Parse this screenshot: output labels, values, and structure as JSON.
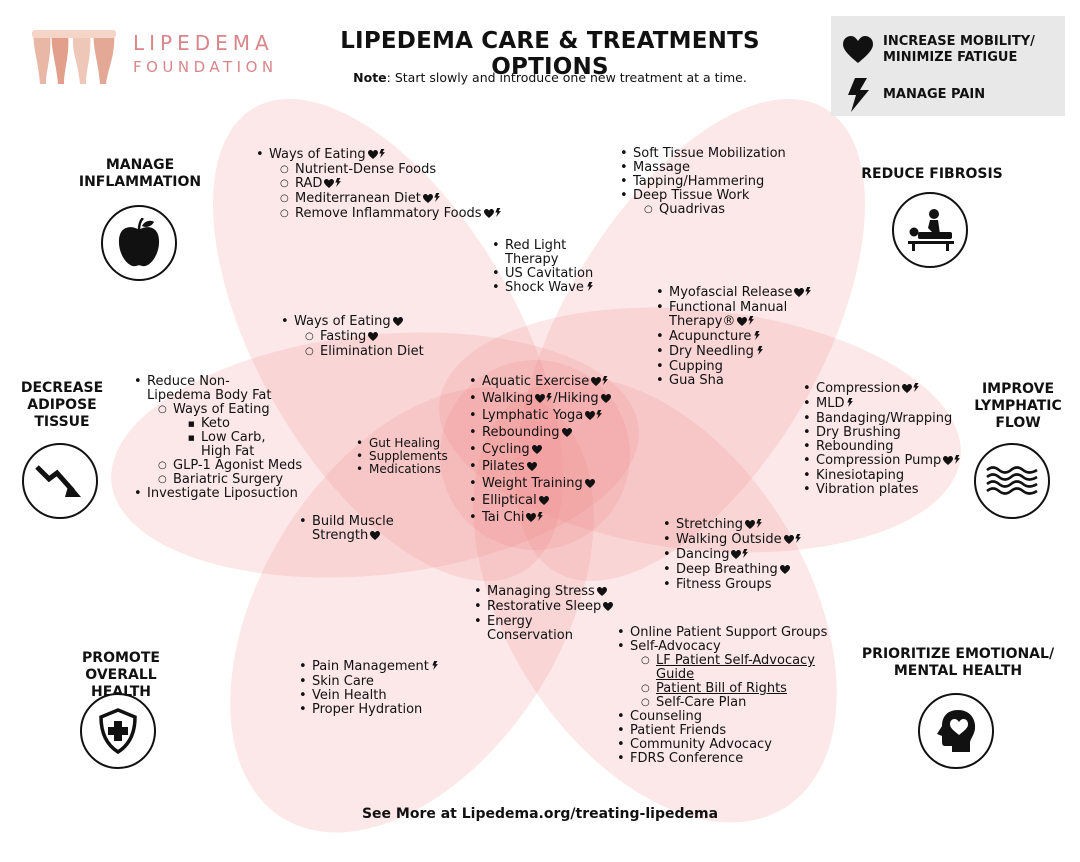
{
  "brand": {
    "line1": "LIPEDEMA",
    "line2": "FOUNDATION"
  },
  "header": {
    "title": "LIPEDEMA CARE & TREATMENTS OPTIONS",
    "note_label": "Note",
    "note_text": ": Start slowly and introduce one new treatment at a time."
  },
  "legend": {
    "mobility_l1": "INCREASE MOBILITY/",
    "mobility_l2": "MINIMIZE FATIGUE",
    "pain": "MANAGE PAIN",
    "mobility_icon": "heart-icon",
    "pain_icon": "lightning-icon"
  },
  "categories": {
    "inflammation": {
      "l1": "MANAGE",
      "l2": "INFLAMMATION",
      "icon": "apple-icon"
    },
    "fibrosis": {
      "l1": "REDUCE FIBROSIS",
      "icon": "massage-icon"
    },
    "adipose": {
      "l1": "DECREASE",
      "l2": "ADIPOSE",
      "l3": "TISSUE",
      "icon": "trend-down-icon"
    },
    "lymphatic": {
      "l1": "IMPROVE",
      "l2": "LYMPHATIC",
      "l3": "FLOW",
      "icon": "waves-icon"
    },
    "overall": {
      "l1": "PROMOTE",
      "l2": "OVERALL HEALTH",
      "icon": "shield-cross-icon"
    },
    "emotional": {
      "l1": "PRIORITIZE EMOTIONAL/",
      "l2": "MENTAL HEALTH",
      "icon": "head-heart-icon"
    }
  },
  "blocks": {
    "inflammation": {
      "item": "Ways of Eating",
      "subs": [
        "Nutrient-Dense Foods",
        "RAD",
        "Mediterranean Diet",
        "Remove Inflammatory Foods"
      ]
    },
    "fibrosis": {
      "items": [
        "Soft Tissue Mobilization",
        "Massage",
        "Tapping/Hammering",
        "Deep Tissue Work"
      ],
      "sub": "Quadrivas"
    },
    "top_center": [
      "Red Light",
      "Therapy",
      "US Cavitation",
      "Shock Wave"
    ],
    "upper_right": [
      "Myofascial Release",
      "Functional Manual",
      "Therapy®",
      "Acupuncture",
      "Dry Needling",
      "Cupping",
      "Gua Sha"
    ],
    "upper_left": {
      "item": "Ways of Eating",
      "subs": [
        "Fasting",
        "Elimination Diet"
      ]
    },
    "adipose": {
      "item1a": "Reduce Non-",
      "item1b": "Lipedema Body Fat",
      "sub1": "Ways of Eating",
      "subsub": [
        "Keto",
        "Low Carb,",
        "High Fat"
      ],
      "sub2": "GLP-1 Agonist Meds",
      "sub3": "Bariatric Surgery",
      "item2": "Investigate Liposuction"
    },
    "left_center": [
      "Gut Healing",
      "Supplements",
      "Medications"
    ],
    "center": [
      "Aquatic Exercise",
      "Walking",
      "/Hiking",
      "Lymphatic Yoga",
      "Rebounding",
      "Cycling",
      "Pilates",
      "Weight Training",
      "Elliptical",
      "Tai Chi"
    ],
    "lymphatic": [
      "Compression",
      "MLD",
      "Bandaging/Wrapping",
      "Dry Brushing",
      "Rebounding",
      "Compression Pump",
      "Kinesiotaping",
      "Vibration plates"
    ],
    "lower_left": [
      "Build Muscle",
      "Strength"
    ],
    "lower_right": [
      "Stretching",
      "Walking Outside",
      "Dancing",
      "Deep Breathing",
      "Fitness Groups"
    ],
    "bottom_center": [
      "Managing Stress",
      "Restorative Sleep",
      "Energy",
      "Conservation"
    ],
    "overall": [
      "Pain Management",
      "Skin Care",
      "Vein Health",
      "Proper Hydration"
    ],
    "emotional": {
      "items1": [
        "Online Patient Support Groups",
        "Self-Advocacy"
      ],
      "sub_link1a": "LF Patient Self-Advocacy",
      "sub_link1b": "Guide",
      "sub_link2": "Patient Bill of Rights",
      "sub3": "Self-Care Plan",
      "items2": [
        "Counseling",
        "Patient Friends",
        "Community Advocacy",
        "FDRS Conference"
      ]
    }
  },
  "footer": "See More at Lipedema.org/treating-lipedema",
  "colors": {
    "petal": "#f28b8b",
    "brand": "#d9868a",
    "legend_bg": "#e8e8e8"
  }
}
